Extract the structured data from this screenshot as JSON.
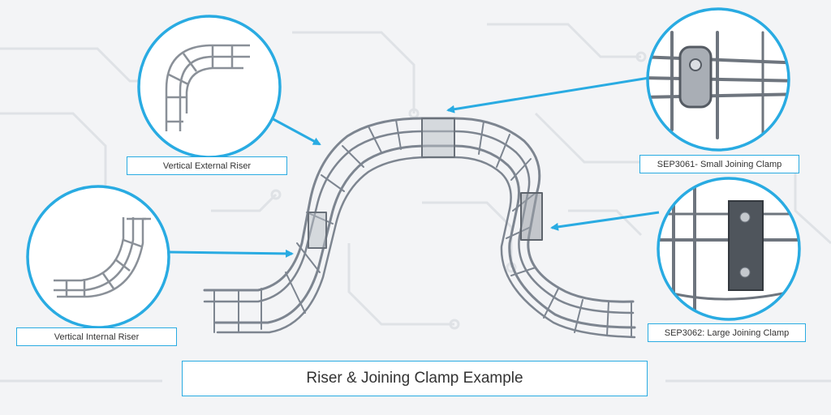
{
  "labels": {
    "vertical_external_riser": "Vertical External Riser",
    "vertical_internal_riser": "Vertical Internal Riser",
    "small_joining_clamp": "SEP3061- Small Joining Clamp",
    "large_joining_clamp": "SEP3062: Large Joining Clamp"
  },
  "caption": "Riser & Joining Clamp Example",
  "colors": {
    "accent": "#29abe2",
    "wire": "#7d8590",
    "background": "#f3f4f6"
  }
}
